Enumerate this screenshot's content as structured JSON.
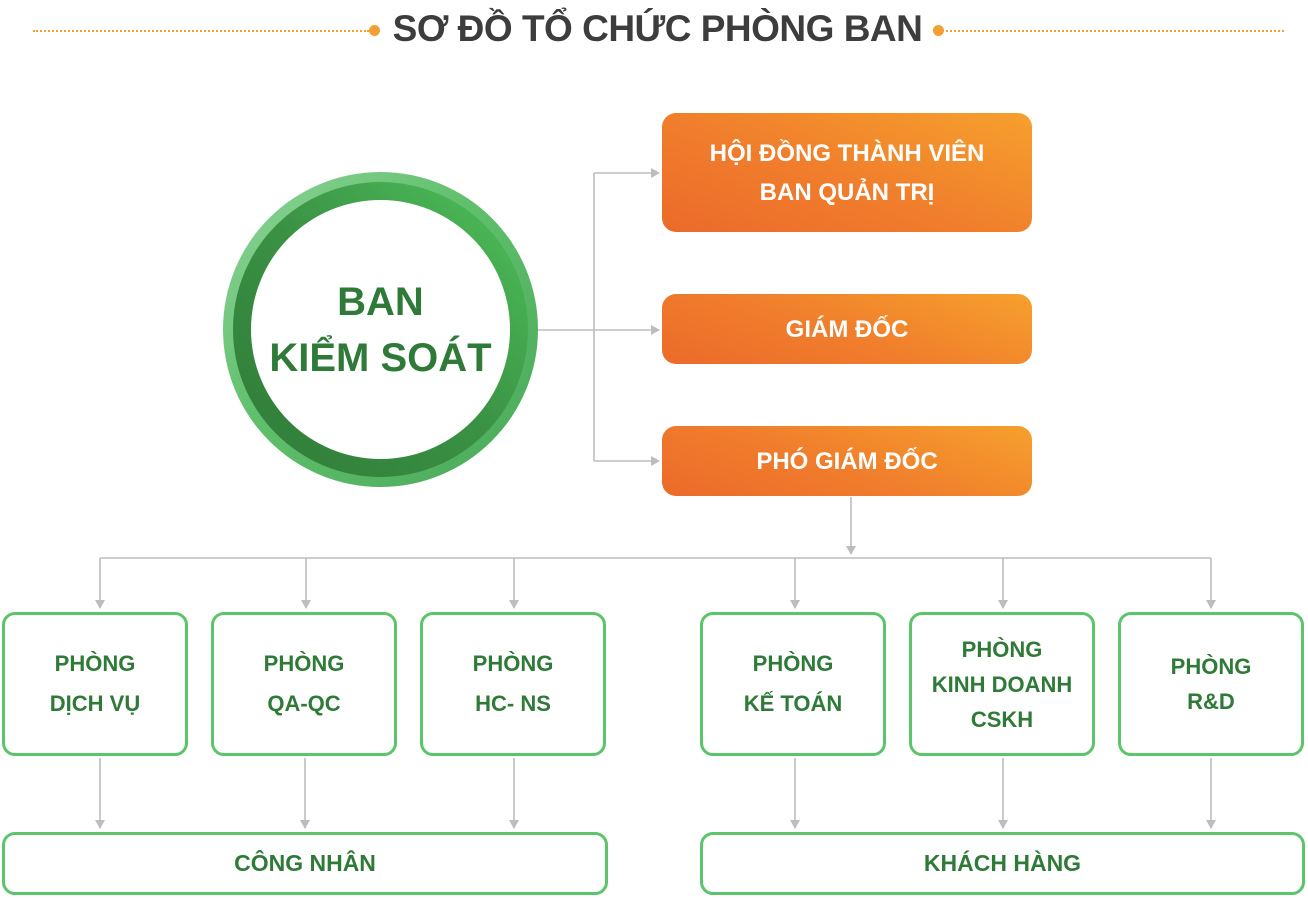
{
  "title": "SƠ ĐỒ TỔ CHỨC PHÒNG BAN",
  "center": {
    "line1": "BAN",
    "line2": "KIỂM SOÁT"
  },
  "top_boxes": [
    {
      "lines": [
        "HỘI ĐỒNG THÀNH VIÊN",
        "BAN QUẢN TRỊ"
      ]
    },
    {
      "lines": [
        "GIÁM ĐỐC"
      ]
    },
    {
      "lines": [
        "PHÓ GIÁM ĐỐC"
      ]
    }
  ],
  "departments": [
    {
      "lines": [
        "PHÒNG",
        "DỊCH VỤ"
      ]
    },
    {
      "lines": [
        "PHÒNG",
        "QA-QC"
      ]
    },
    {
      "lines": [
        "PHÒNG",
        "HC- NS"
      ]
    },
    {
      "lines": [
        "PHÒNG",
        "KẾ TOÁN"
      ]
    },
    {
      "lines": [
        "PHÒNG",
        "KINH DOANH",
        "CSKH"
      ]
    },
    {
      "lines": [
        "PHÒNG",
        "R&D"
      ]
    }
  ],
  "bottom_boxes": [
    {
      "label": "CÔNG NHÂN"
    },
    {
      "label": "KHÁCH HÀNG"
    }
  ],
  "colors": {
    "green": "#2f7a38",
    "green_border": "#5cc46a",
    "orange": "#f07d2c",
    "title_accent": "#f2a033",
    "connector": "#bdbdbd"
  }
}
